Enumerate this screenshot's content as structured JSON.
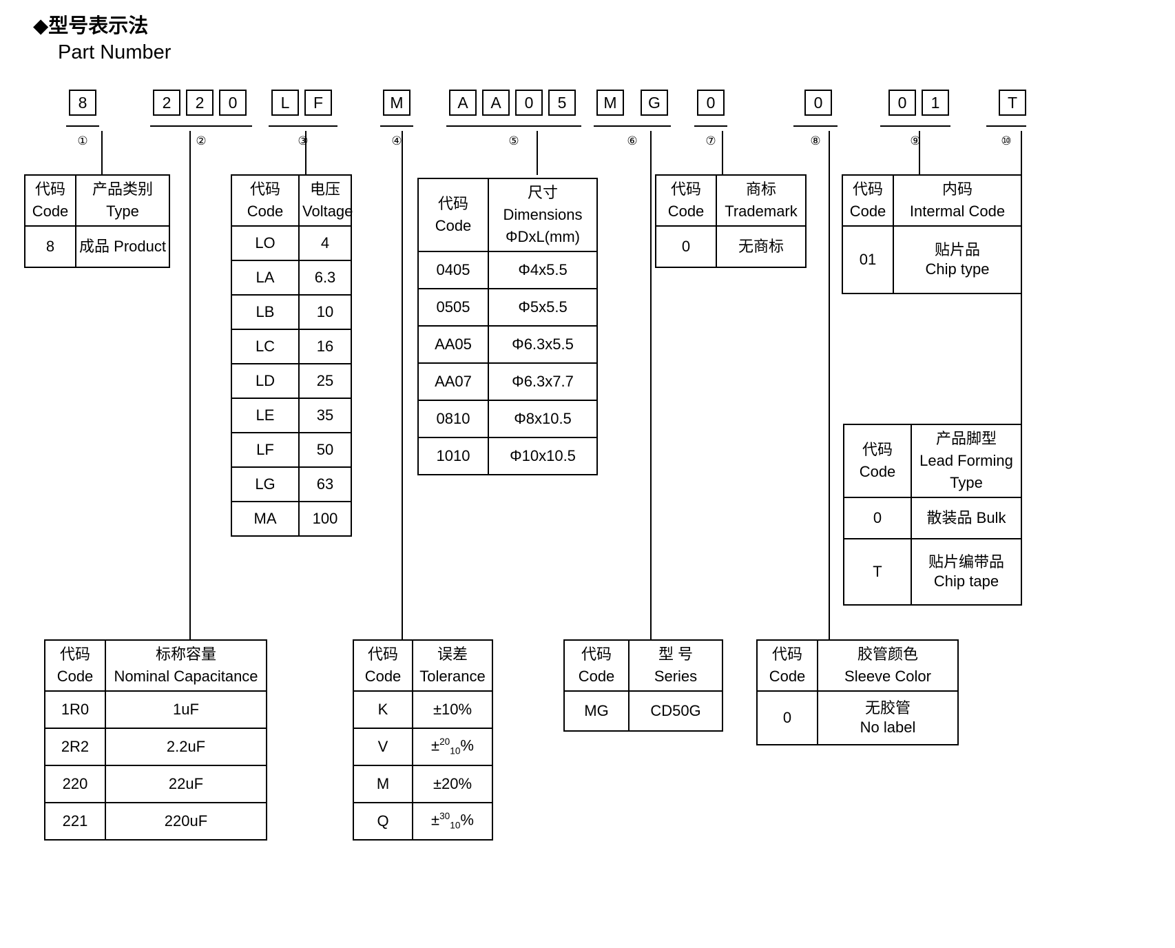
{
  "heading": {
    "cn": "◆型号表示法",
    "en": "Part Number"
  },
  "part_number": {
    "groups": [
      {
        "marker": "①",
        "chars": [
          "8"
        ]
      },
      {
        "marker": "②",
        "chars": [
          "2",
          "2",
          "0"
        ]
      },
      {
        "marker": "③",
        "chars": [
          "L",
          "F"
        ]
      },
      {
        "marker": "④",
        "chars": [
          "M"
        ]
      },
      {
        "marker": "⑤",
        "chars": [
          "A",
          "A",
          "0",
          "5"
        ]
      },
      {
        "marker": "⑥",
        "chars": [
          "M",
          "G"
        ]
      },
      {
        "marker": "⑦",
        "chars": [
          "0"
        ]
      },
      {
        "marker": "⑧",
        "chars": [
          "0"
        ]
      },
      {
        "marker": "⑨",
        "chars": [
          "0",
          "1"
        ]
      },
      {
        "marker": "⑩",
        "chars": [
          "T"
        ]
      }
    ]
  },
  "tables": {
    "type": {
      "header": {
        "code_cn": "代码",
        "code_en": "Code",
        "val_cn": "产品类别",
        "val_en": "Type"
      },
      "rows": [
        {
          "code": "8",
          "value": "成品 Product"
        }
      ]
    },
    "voltage": {
      "header": {
        "code_cn": "代码",
        "code_en": "Code",
        "val_cn": "电压",
        "val_en": "Voltage"
      },
      "rows": [
        {
          "code": "LO",
          "value": "4"
        },
        {
          "code": "LA",
          "value": "6.3"
        },
        {
          "code": "LB",
          "value": "10"
        },
        {
          "code": "LC",
          "value": "16"
        },
        {
          "code": "LD",
          "value": "25"
        },
        {
          "code": "LE",
          "value": "35"
        },
        {
          "code": "LF",
          "value": "50"
        },
        {
          "code": "LG",
          "value": "63"
        },
        {
          "code": "MA",
          "value": "100"
        }
      ]
    },
    "dimensions": {
      "header": {
        "code_cn": "代码",
        "code_en": "Code",
        "val_cn": "尺寸 Dimensions",
        "val_en": "ΦDxL(mm)"
      },
      "rows": [
        {
          "code": "0405",
          "value": "Φ4x5.5"
        },
        {
          "code": "0505",
          "value": "Φ5x5.5"
        },
        {
          "code": "AA05",
          "value": "Φ6.3x5.5"
        },
        {
          "code": "AA07",
          "value": "Φ6.3x7.7"
        },
        {
          "code": "0810",
          "value": "Φ8x10.5"
        },
        {
          "code": "1010",
          "value": "Φ10x10.5"
        }
      ]
    },
    "trademark": {
      "header": {
        "code_cn": "代码",
        "code_en": "Code",
        "val_cn": "商标",
        "val_en": "Trademark"
      },
      "rows": [
        {
          "code": "0",
          "value": "无商标"
        }
      ]
    },
    "internal_code": {
      "header": {
        "code_cn": "代码",
        "code_en": "Code",
        "val_cn": "内码",
        "val_en": "Intermal Code"
      },
      "rows": [
        {
          "code": "01",
          "value_cn": "贴片品",
          "value_en": "Chip type"
        }
      ]
    },
    "lead_forming": {
      "header": {
        "code_cn": "代码",
        "code_en": "Code",
        "val_cn": "产品脚型",
        "val_en": "Lead Forming",
        "val_en2": "Type"
      },
      "rows": [
        {
          "code": "0",
          "value_cn": "散装品 Bulk",
          "value_en": ""
        },
        {
          "code": "T",
          "value_cn": "贴片编带品",
          "value_en": "Chip tape"
        }
      ]
    },
    "capacitance": {
      "header": {
        "code_cn": "代码",
        "code_en": "Code",
        "val_cn": "标称容量",
        "val_en": "Nominal Capacitance"
      },
      "rows": [
        {
          "code": "1R0",
          "value": "1uF"
        },
        {
          "code": "2R2",
          "value": "2.2uF"
        },
        {
          "code": "220",
          "value": "22uF"
        },
        {
          "code": "221",
          "value": "220uF"
        }
      ]
    },
    "tolerance": {
      "header": {
        "code_cn": "代码",
        "code_en": "Code",
        "val_cn": "误差",
        "val_en": "Tolerance"
      },
      "rows": [
        {
          "code": "K",
          "value": "±10%",
          "sup": "",
          "sub": "",
          "suffix": ""
        },
        {
          "code": "V",
          "value": "±",
          "sup": "20",
          "sub": "10",
          "suffix": "%"
        },
        {
          "code": "M",
          "value": "±20%",
          "sup": "",
          "sub": "",
          "suffix": ""
        },
        {
          "code": "Q",
          "value": "±",
          "sup": "30",
          "sub": "10",
          "suffix": "%"
        }
      ]
    },
    "series": {
      "header": {
        "code_cn": "代码",
        "code_en": "Code",
        "val_cn": "型 号",
        "val_en": "Series"
      },
      "rows": [
        {
          "code": "MG",
          "value": "CD50G"
        }
      ]
    },
    "sleeve_color": {
      "header": {
        "code_cn": "代码",
        "code_en": "Code",
        "val_cn": "胶管颜色",
        "val_en": "Sleeve Color"
      },
      "rows": [
        {
          "code": "0",
          "value_cn": "无胶管",
          "value_en": "No label"
        }
      ]
    }
  }
}
